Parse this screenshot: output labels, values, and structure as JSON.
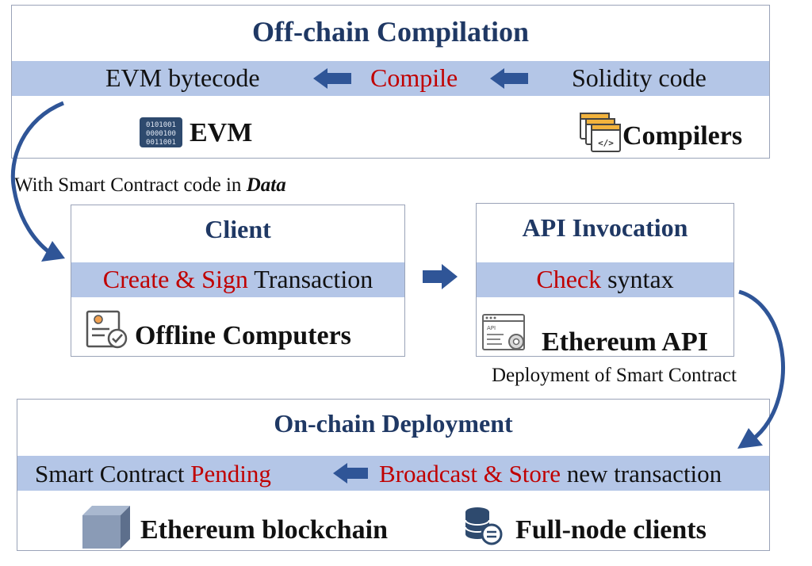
{
  "offchain": {
    "title": "Off-chain Compilation",
    "band_left": "EVM bytecode",
    "band_mid": "Compile",
    "band_right": "Solidity code",
    "evm_label": "EVM",
    "compilers_label": "Compilers"
  },
  "label_with": "With Smart Contract code in ",
  "label_data": "Data",
  "client": {
    "title": "Client",
    "band_red": "Create & Sign",
    "band_black": " Transaction",
    "computers_label": "Offline Computers"
  },
  "api": {
    "title": "API Invocation",
    "band_red": "Check",
    "band_black": " syntax",
    "api_label": "Ethereum API"
  },
  "label_deploy": "Deployment of Smart Contract",
  "onchain": {
    "title": "On-chain Deployment",
    "band_left_black": "Smart Contract ",
    "band_left_red": "Pending",
    "band_right_red": "Broadcast & Store",
    "band_right_black": " new transaction",
    "blockchain_label": "Ethereum blockchain",
    "fullnode_label": "Full-node clients"
  },
  "colors": {
    "title_navy": "#1f3864",
    "accent_red": "#c00000",
    "band_blue": "#b4c6e7",
    "arrow_blue": "#2f5597"
  },
  "icons": [
    "binary-chip-icon",
    "code-files-icon",
    "certificate-check-icon",
    "api-window-gear-icon",
    "cube-icon",
    "database-icon"
  ]
}
